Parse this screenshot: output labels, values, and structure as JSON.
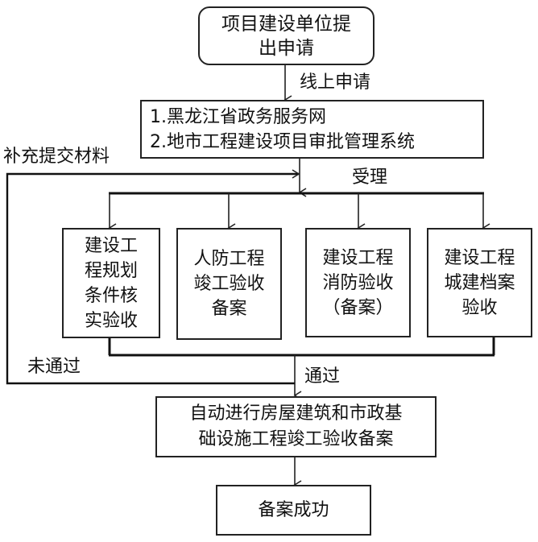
{
  "diagram": {
    "start": {
      "lines": [
        "项目建设单位提",
        "出申请"
      ]
    },
    "edge_online": "线上申请",
    "portal": {
      "lines": [
        "1.黑龙江省政务服务网",
        "2.地市工程建设项目审批管理系统"
      ]
    },
    "edge_supplement": "补充提交材料",
    "edge_accept": "受理",
    "checks": [
      {
        "lines": [
          "建设工",
          "程规划",
          "条件核",
          "实验收"
        ]
      },
      {
        "lines": [
          "人防工程",
          "竣工验收",
          "备案"
        ]
      },
      {
        "lines": [
          "建设工程",
          "消防验收",
          "（备案）"
        ]
      },
      {
        "lines": [
          "建设工程",
          "城建档案",
          "验收"
        ]
      }
    ],
    "edge_fail": "未通过",
    "edge_pass": "通过",
    "auto_record": {
      "lines": [
        "自动进行房屋建筑和市政基",
        "础设施工程竣工验收备案"
      ]
    },
    "success": {
      "lines": [
        "备案成功"
      ]
    }
  }
}
